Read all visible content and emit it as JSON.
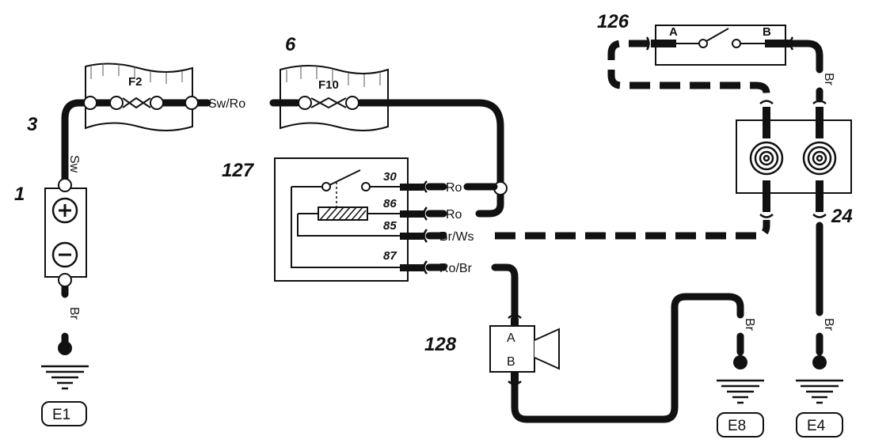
{
  "components": {
    "battery": {
      "number": "1",
      "plus": "+",
      "minus": "−"
    },
    "fuse_holder_1": {
      "number": "3",
      "fuse": "F2"
    },
    "fuse_holder_2": {
      "number": "6",
      "fuse": "F10"
    },
    "relay": {
      "number": "127",
      "pins": [
        "30",
        "86",
        "85",
        "87"
      ]
    },
    "horn_switch": {
      "number": "126",
      "terminal_a": "A",
      "terminal_b": "B"
    },
    "clock_spring": {
      "number": "24"
    },
    "horn": {
      "number": "128",
      "terminal_a": "A",
      "terminal_b": "B"
    }
  },
  "wire_labels": {
    "sw": "Sw",
    "sw_ro": "Sw/Ro",
    "ro_30": "Ro",
    "ro_86": "Ro",
    "br_ws": "Br/Ws",
    "ro_br": "Ro/Br",
    "br_battery": "Br",
    "br_e8": "Br",
    "br_e4": "Br",
    "br_126": "Br"
  },
  "grounds": [
    "E1",
    "E8",
    "E4"
  ]
}
